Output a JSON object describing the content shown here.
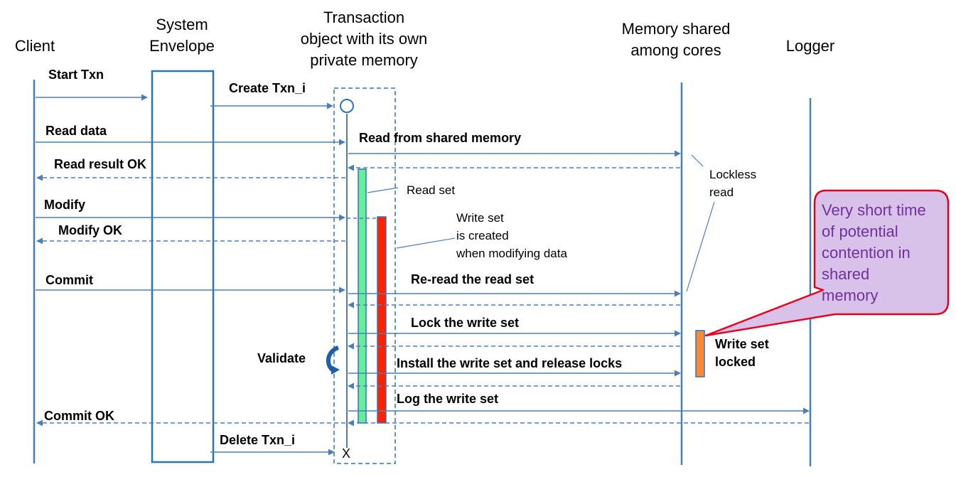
{
  "colors": {
    "line": "#4a7ebb",
    "envelope": "#2e75b6",
    "read_set_bar": "#66ee99",
    "write_set_bar": "#ff2200",
    "lock_bar": "#ff8833",
    "callout_fill": "#d9c2ea",
    "callout_border": "#e8001c",
    "callout_text": "#7030a0"
  },
  "lanes": {
    "client": "Client",
    "envelope": [
      "System",
      "Envelope"
    ],
    "txn": [
      "Transaction",
      "object with its own",
      "private memory"
    ],
    "shared": [
      "Memory shared",
      "among cores"
    ],
    "logger": "Logger"
  },
  "messages": {
    "start_txn": "Start Txn",
    "create_txn": "Create Txn_i",
    "read_data": "Read data",
    "read_shared": "Read from shared memory",
    "read_result": "Read result OK",
    "modify": "Modify",
    "modify_ok": "Modify OK",
    "commit": "Commit",
    "reread": "Re-read the read set",
    "lock_ws": "Lock the write set",
    "install_ws": "Install the write set and release locks",
    "log_ws": "Log the write set",
    "commit_ok": "Commit OK",
    "delete_txn": "Delete Txn_i",
    "validate": "Validate",
    "end_marker": "X"
  },
  "notes": {
    "lockless": [
      "Lockless",
      "read"
    ],
    "read_set": "Read set",
    "write_set": [
      "Write set",
      "is created",
      "when modifying data"
    ],
    "ws_locked": [
      "Write set",
      "locked"
    ]
  },
  "callout": [
    "Very short time",
    "of potential",
    "contention in",
    "shared",
    "memory"
  ],
  "icons": {
    "validate": "curved-arrow-icon",
    "txn_start": "circle-icon"
  }
}
